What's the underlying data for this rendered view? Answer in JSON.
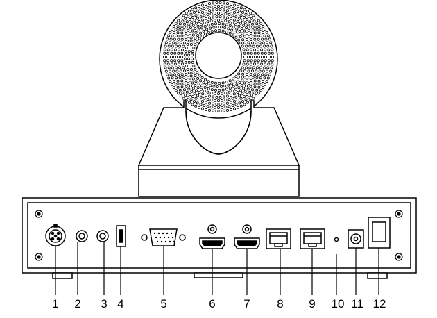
{
  "diagram": {
    "subject": "ptz-camera-rear-panel",
    "callouts": [
      "1",
      "2",
      "3",
      "4",
      "5",
      "6",
      "7",
      "8",
      "9",
      "10",
      "11",
      "12"
    ]
  }
}
